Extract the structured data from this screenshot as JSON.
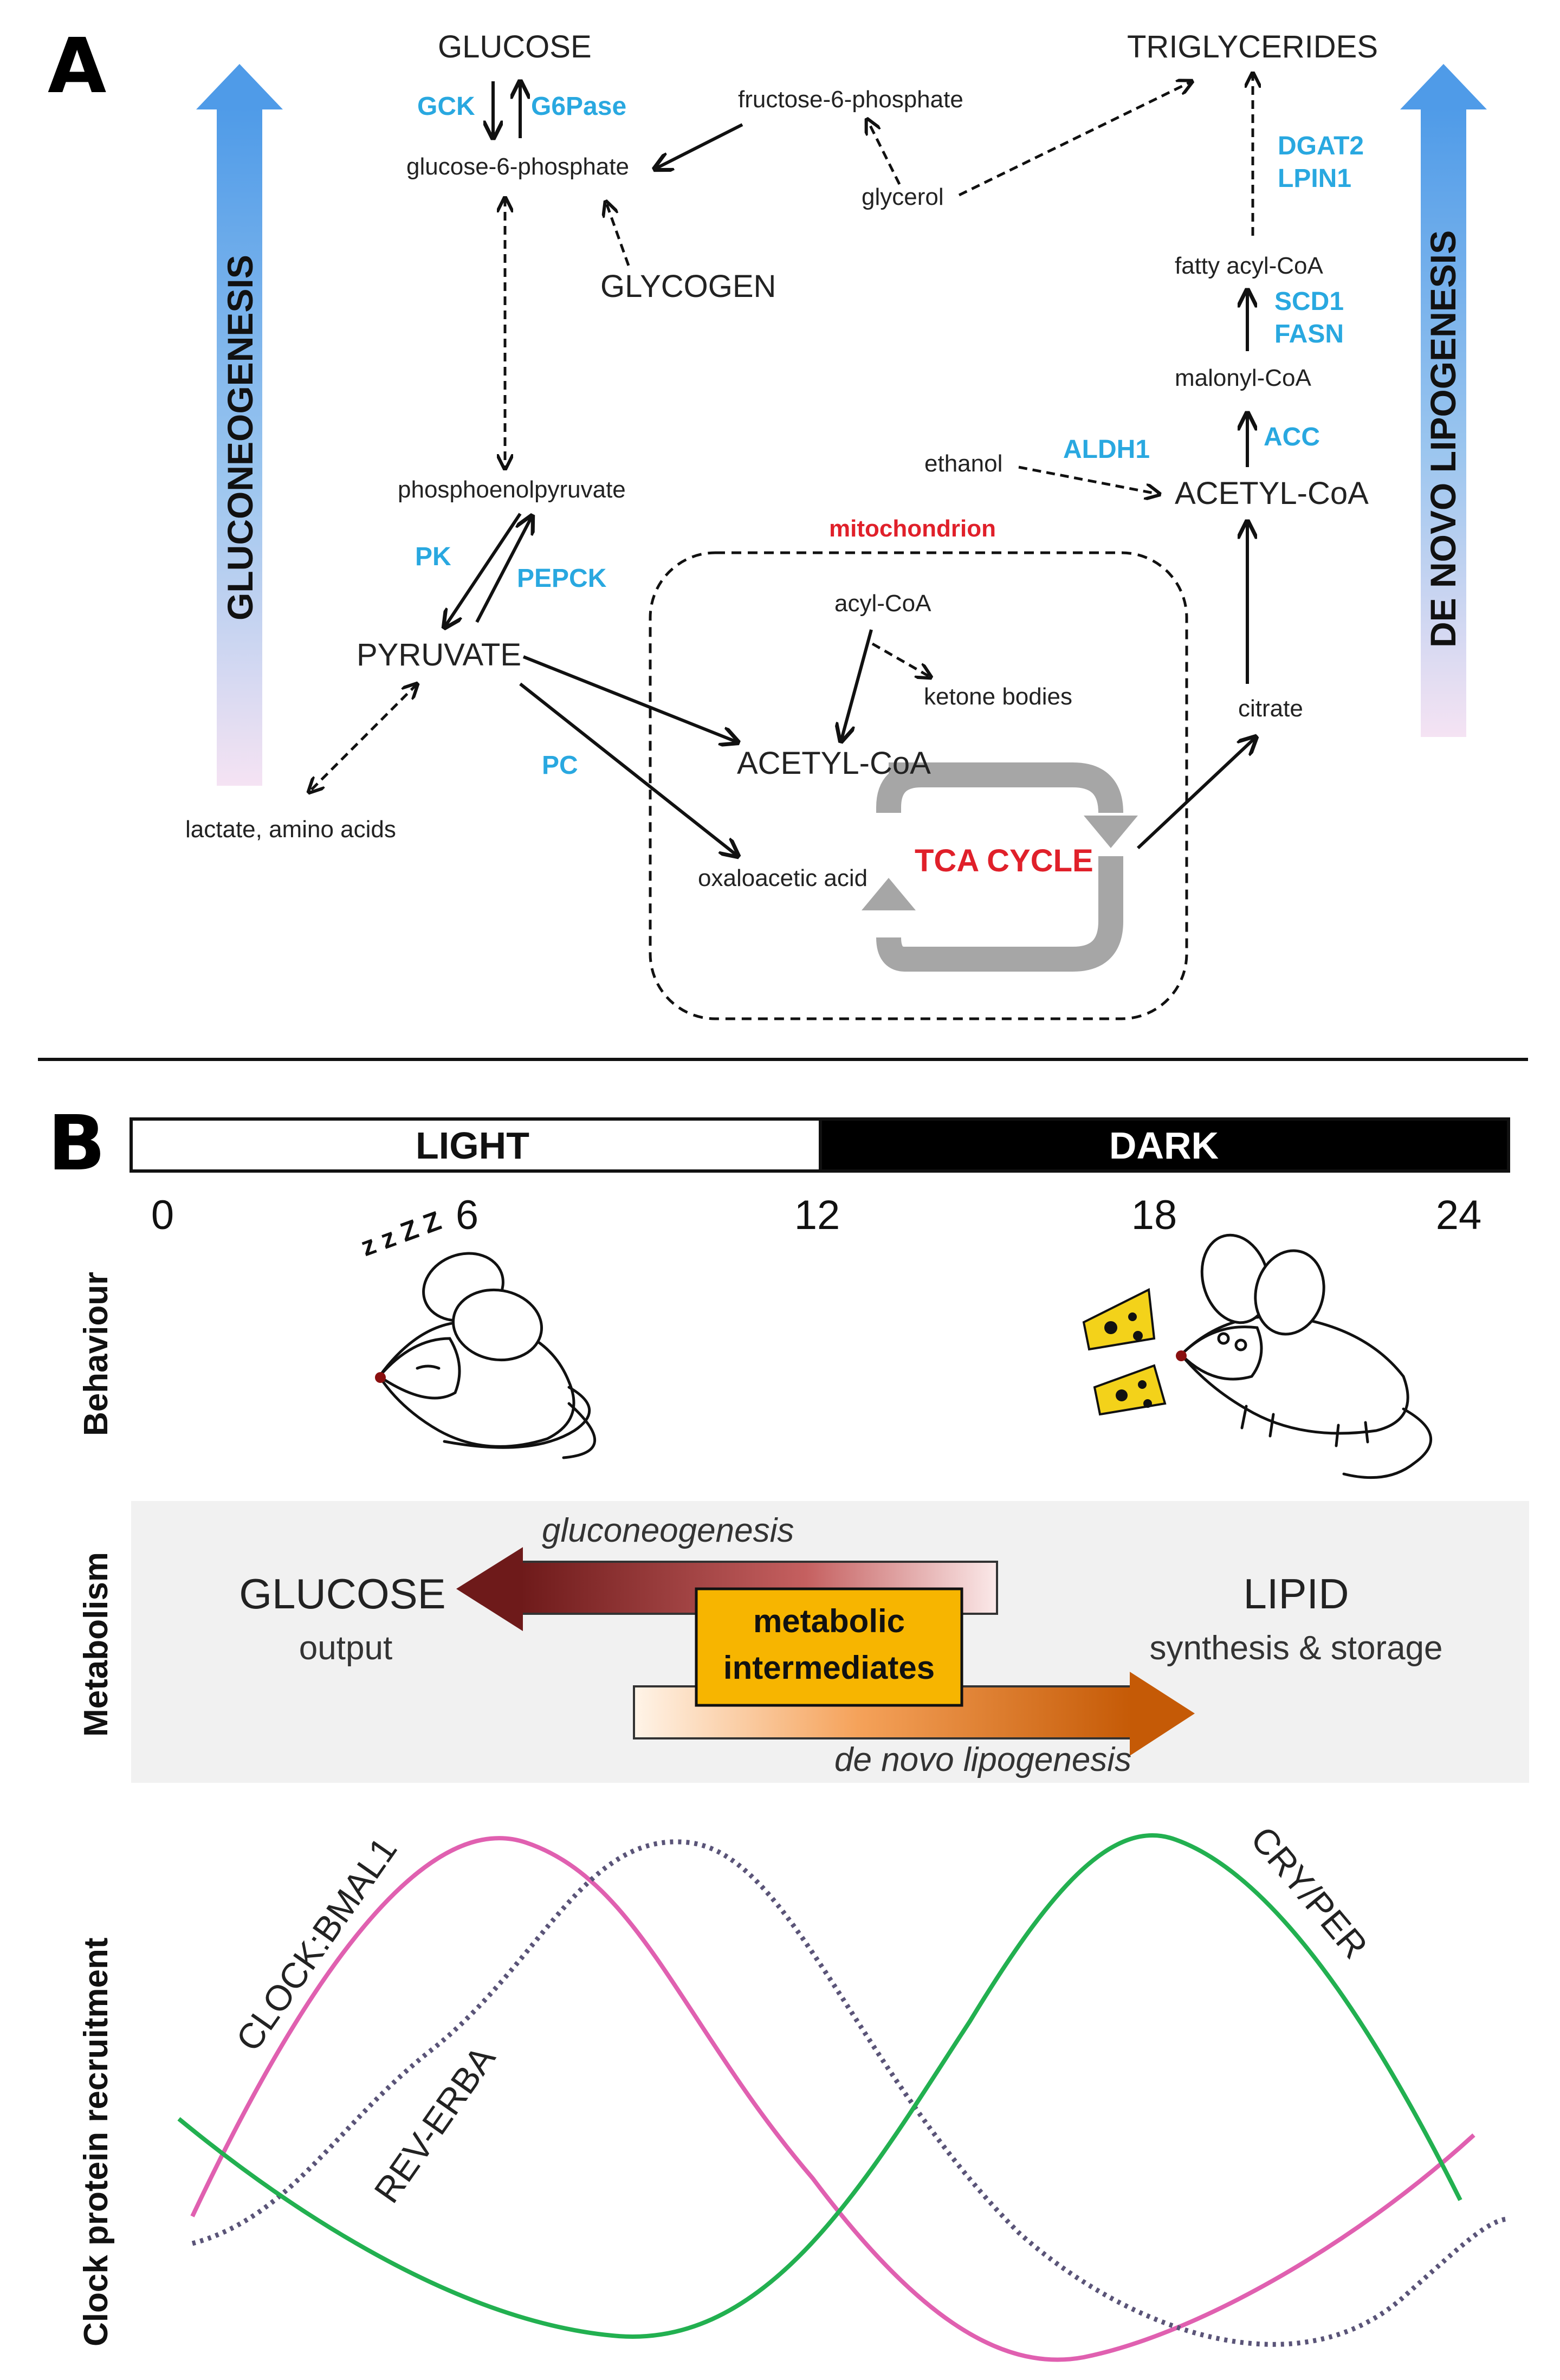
{
  "panels": {
    "a": "A",
    "b": "B"
  },
  "panel_a": {
    "glucose": "GLUCOSE",
    "gck": "GCK",
    "g6pase": "G6Pase",
    "glucose_6_phosphate": "glucose-6-phosphate",
    "fructose_6_phosphate": "fructose-6-phosphate",
    "glycerol": "glycerol",
    "glycogen": "GLYCOGEN",
    "triglycerides": "TRIGLYCERIDES",
    "dgat2": "DGAT2",
    "lpin1": "LPIN1",
    "fatty_acyl_coa": "fatty acyl-CoA",
    "scd1": "SCD1",
    "fasn": "FASN",
    "malonyl_coa": "malonyl-CoA",
    "acc": "ACC",
    "ethanol": "ethanol",
    "aldh1": "ALDH1",
    "acetyl_coa_cyto": "ACETYL-CoA",
    "phosphoenolpyruvate": "phosphoenolpyruvate",
    "pk": "PK",
    "pepck": "PEPCK",
    "pyruvate": "PYRUVATE",
    "pc": "PC",
    "lactate": "lactate, amino acids",
    "mitochondrion": "mitochondrion",
    "acyl_coa": "acyl-CoA",
    "ketone_bodies": "ketone bodies",
    "acetyl_coa_mito": "ACETYL-CoA",
    "oxaloacetic_acid": "oxaloacetic acid",
    "tca_cycle": "TCA CYCLE",
    "citrate": "citrate",
    "gluconeogenesis": "GLUCONEOGENESIS",
    "de_novo_lipogenesis": "DE NOVO LIPOGENESIS"
  },
  "panel_b": {
    "light": "LIGHT",
    "dark": "DARK",
    "hours": [
      "0",
      "6",
      "12",
      "18",
      "24"
    ],
    "zzz": "z z Z Z",
    "rows": {
      "behaviour": "Behaviour",
      "metabolism": "Metabolism",
      "clock": "Clock protein recruitment"
    },
    "metabolism": {
      "glucose": "GLUCOSE",
      "output": "output",
      "lipid": "LIPID",
      "synthesis": "synthesis & storage",
      "gluconeogenesis": "gluconeogenesis",
      "de_novo_lipogenesis": "de novo lipogenesis",
      "intermediates_1": "metabolic",
      "intermediates_2": "intermediates"
    },
    "curves": {
      "clock_bmal1": "CLOCK:BMAL1",
      "rev_erba": "REV-ERBA",
      "cry_per": "CRY/PER"
    }
  },
  "colors": {
    "enzyme": "#29a8e0",
    "mitochondrion_label": "#e0202a",
    "clock_bmal1": "#e060b0",
    "rev_erba": "#5a5478",
    "cry_per": "#22b050",
    "metabolic_box": "#f7b500",
    "gluco_arrow": "#7a1f1f",
    "lipo_arrow": "#d66a10"
  }
}
